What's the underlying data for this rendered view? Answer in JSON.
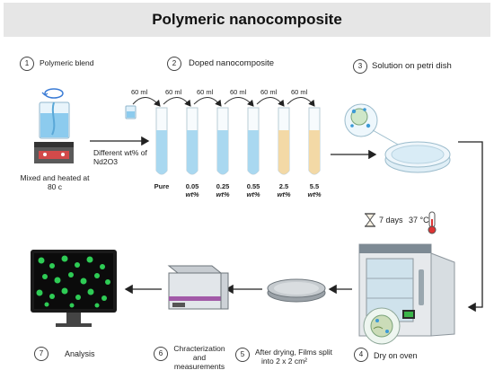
{
  "title": "Polymeric nanocomposite",
  "steps": [
    {
      "num": "1",
      "label": "Polymeric blend"
    },
    {
      "num": "2",
      "label": "Doped nanocomposite"
    },
    {
      "num": "3",
      "label": "Solution on petri dish"
    },
    {
      "num": "4",
      "label": "Dry on oven"
    },
    {
      "num": "5",
      "label_line1": "After drying, Films split",
      "label_line2": "into 2 x 2 cm²"
    },
    {
      "num": "6",
      "label_line1": "Chracterization",
      "label_line2": "and",
      "label_line3": "measurements"
    },
    {
      "num": "7",
      "label": "Analysis"
    }
  ],
  "blend_caption": {
    "line1": "Mixed and heated at",
    "line2": "80 c"
  },
  "doping_caption": {
    "line1": "Different wt% of",
    "line2": "Nd2O3"
  },
  "transfer_volume": "60 ml",
  "tubes": [
    {
      "value": "Pure",
      "unit": "",
      "color": "#a9d8f0"
    },
    {
      "value": "0.05",
      "unit": "wt%",
      "color": "#a9d8f0"
    },
    {
      "value": "0.25",
      "unit": "wt%",
      "color": "#a9d8f0"
    },
    {
      "value": "0.55",
      "unit": "wt%",
      "color": "#a9d8f0"
    },
    {
      "value": "2.5",
      "unit": "wt%",
      "color": "#f3d9a6"
    },
    {
      "value": "5.5",
      "unit": "wt%",
      "color": "#f3d9a6"
    }
  ],
  "oven_conditions": {
    "time": "7 days",
    "temperature": "37 °C"
  },
  "colors": {
    "title_bar": "#e6e6e6",
    "arrow": "#222222",
    "liquid_blue": "#a9d8f0",
    "liquid_tan": "#f3d9a6",
    "screen": "#111111",
    "cells": "#2ecc55"
  }
}
